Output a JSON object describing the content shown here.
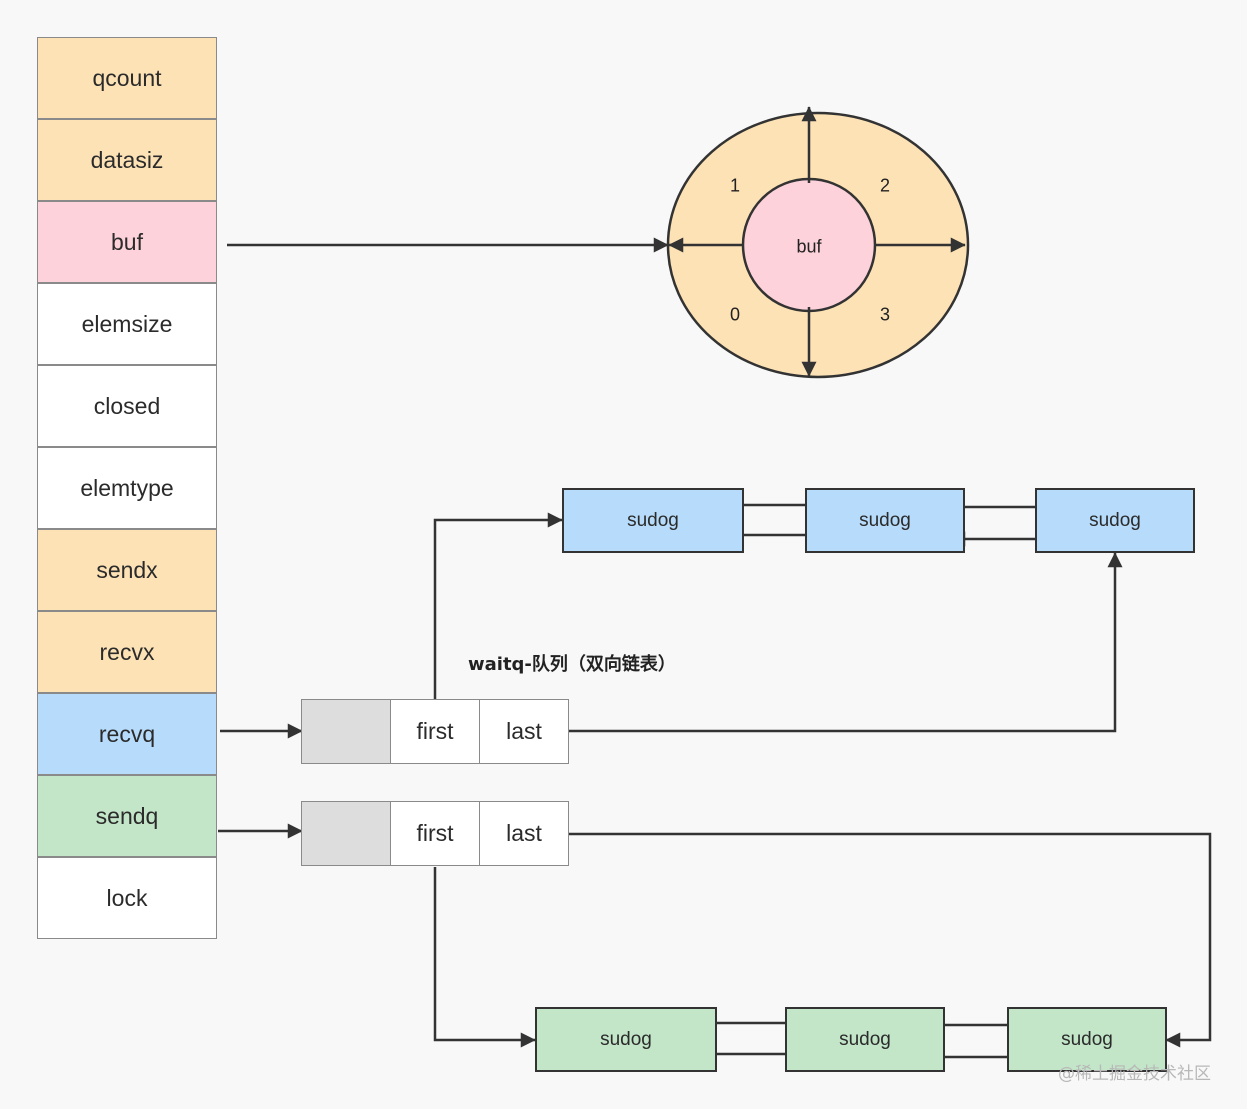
{
  "hchan_fields": [
    {
      "label": "qcount",
      "color": "#fde2b6"
    },
    {
      "label": "datasiz",
      "color": "#fde2b6"
    },
    {
      "label": "buf",
      "color": "#fdd2da"
    },
    {
      "label": "elemsize",
      "color": "#ffffff"
    },
    {
      "label": "closed",
      "color": "#ffffff"
    },
    {
      "label": "elemtype",
      "color": "#ffffff"
    },
    {
      "label": "sendx",
      "color": "#fde2b6"
    },
    {
      "label": "recvx",
      "color": "#fde2b6"
    },
    {
      "label": "recvq",
      "color": "#b7dcfb"
    },
    {
      "label": "sendq",
      "color": "#c3e6c9"
    },
    {
      "label": "lock",
      "color": "#ffffff"
    }
  ],
  "ring_buffer": {
    "center_label": "buf",
    "slots": [
      "1",
      "2",
      "0",
      "3"
    ],
    "outer_color": "#fde2b6",
    "inner_color": "#fdd2da"
  },
  "wait_queue_label": "waitq-队列（双向链表）",
  "recvq_queue": {
    "first": "first",
    "last": "last"
  },
  "sendq_queue": {
    "first": "first",
    "last": "last"
  },
  "recvq_sudogs": [
    "sudog",
    "sudog",
    "sudog"
  ],
  "sendq_sudogs": [
    "sudog",
    "sudog",
    "sudog"
  ],
  "watermark": "@稀土掘金技术社区"
}
